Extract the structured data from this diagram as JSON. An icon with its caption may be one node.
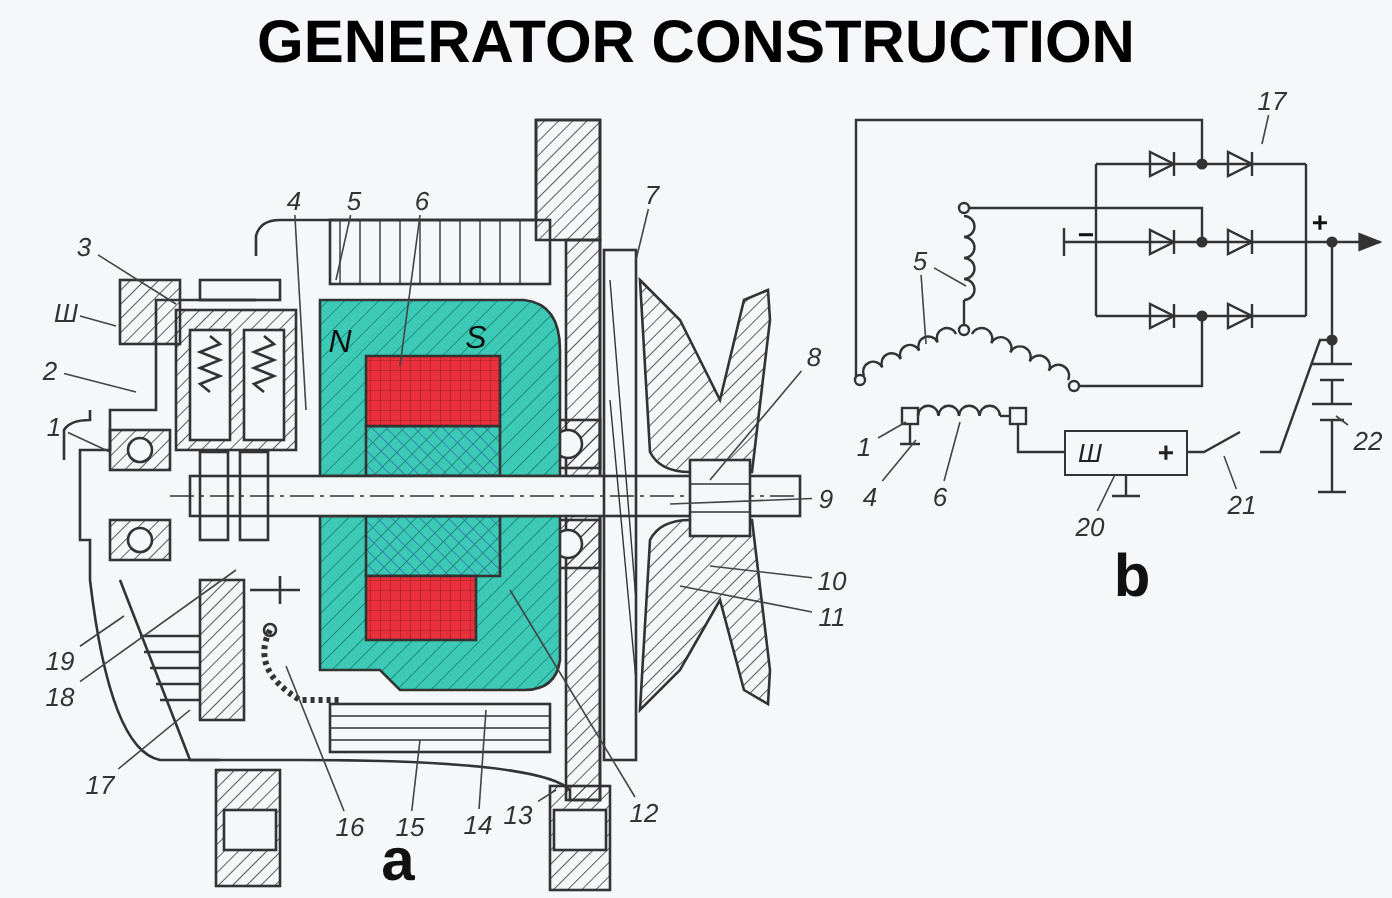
{
  "diagram": {
    "title": "GENERATOR CONSTRUCTION",
    "nodes": [
      {
        "text": [
          "Ш"
        ]
      },
      {
        "text": [
          "3"
        ]
      },
      {
        "text": [
          "2"
        ]
      },
      {
        "text": [
          "1"
        ]
      },
      {
        "text": [
          "4"
        ]
      },
      {
        "text": [
          "5"
        ]
      },
      {
        "text": [
          "6"
        ]
      },
      {
        "text": [
          "7"
        ]
      },
      {
        "text": [
          "8"
        ]
      },
      {
        "text": [
          "9"
        ]
      },
      {
        "text": [
          "10"
        ]
      },
      {
        "text": [
          "11"
        ]
      },
      {
        "text": [
          "19"
        ]
      },
      {
        "text": [
          "18"
        ]
      },
      {
        "text": [
          "17"
        ]
      },
      {
        "text": [
          "16"
        ]
      },
      {
        "text": [
          "15"
        ]
      },
      {
        "text": [
          "14"
        ]
      },
      {
        "text": [
          "13"
        ]
      },
      {
        "text": [
          "12"
        ]
      },
      {
        "text": [
          "17"
        ]
      },
      {
        "text": [
          "5"
        ]
      },
      {
        "text": [
          "1"
        ]
      },
      {
        "text": [
          "4"
        ]
      },
      {
        "text": [
          "6"
        ]
      },
      {
        "text": [
          "Ш",
          "+"
        ]
      },
      {
        "text": [
          "20"
        ]
      },
      {
        "text": [
          "21"
        ]
      },
      {
        "text": [
          "22"
        ]
      }
    ],
    "edges": [
      {
        "from": 0,
        "to": null,
        "arrow": "none"
      },
      {
        "from": 1,
        "to": null,
        "arrow": "none"
      },
      {
        "from": 2,
        "to": null,
        "arrow": "none"
      },
      {
        "from": 3,
        "to": null,
        "arrow": "none"
      },
      {
        "from": 4,
        "to": null,
        "arrow": "none"
      },
      {
        "from": 5,
        "to": null,
        "arrow": "none"
      },
      {
        "from": 6,
        "to": null,
        "arrow": "none"
      },
      {
        "from": 7,
        "to": null,
        "arrow": "none"
      },
      {
        "from": 8,
        "to": null,
        "arrow": "none"
      },
      {
        "from": 9,
        "to": null,
        "arrow": "none"
      },
      {
        "from": 10,
        "to": null,
        "arrow": "none"
      },
      {
        "from": 11,
        "to": null,
        "arrow": "none"
      },
      {
        "from": 12,
        "to": null,
        "arrow": "none"
      },
      {
        "from": 13,
        "to": null,
        "arrow": "none"
      },
      {
        "from": 14,
        "to": null,
        "arrow": "none"
      },
      {
        "from": 15,
        "to": null,
        "arrow": "none"
      },
      {
        "from": 16,
        "to": null,
        "arrow": "none"
      },
      {
        "from": 17,
        "to": null,
        "arrow": "none"
      },
      {
        "from": 18,
        "to": null,
        "arrow": "none"
      },
      {
        "from": 19,
        "to": null,
        "arrow": "none"
      },
      {
        "from": 20,
        "to": null,
        "arrow": "none"
      },
      {
        "from": 21,
        "to": null,
        "arrow": "none"
      },
      {
        "from": 21,
        "to": null,
        "arrow": "none"
      },
      {
        "from": 22,
        "to": null,
        "arrow": "none"
      },
      {
        "from": 23,
        "to": null,
        "arrow": "none"
      },
      {
        "from": 24,
        "to": null,
        "arrow": "none"
      },
      {
        "from": 26,
        "to": 25,
        "arrow": "none"
      },
      {
        "from": 27,
        "to": null,
        "arrow": "none"
      },
      {
        "from": 28,
        "to": null,
        "arrow": "none"
      }
    ],
    "labels": [
      "N",
      "S",
      "a",
      "−",
      "+",
      "b"
    ]
  }
}
